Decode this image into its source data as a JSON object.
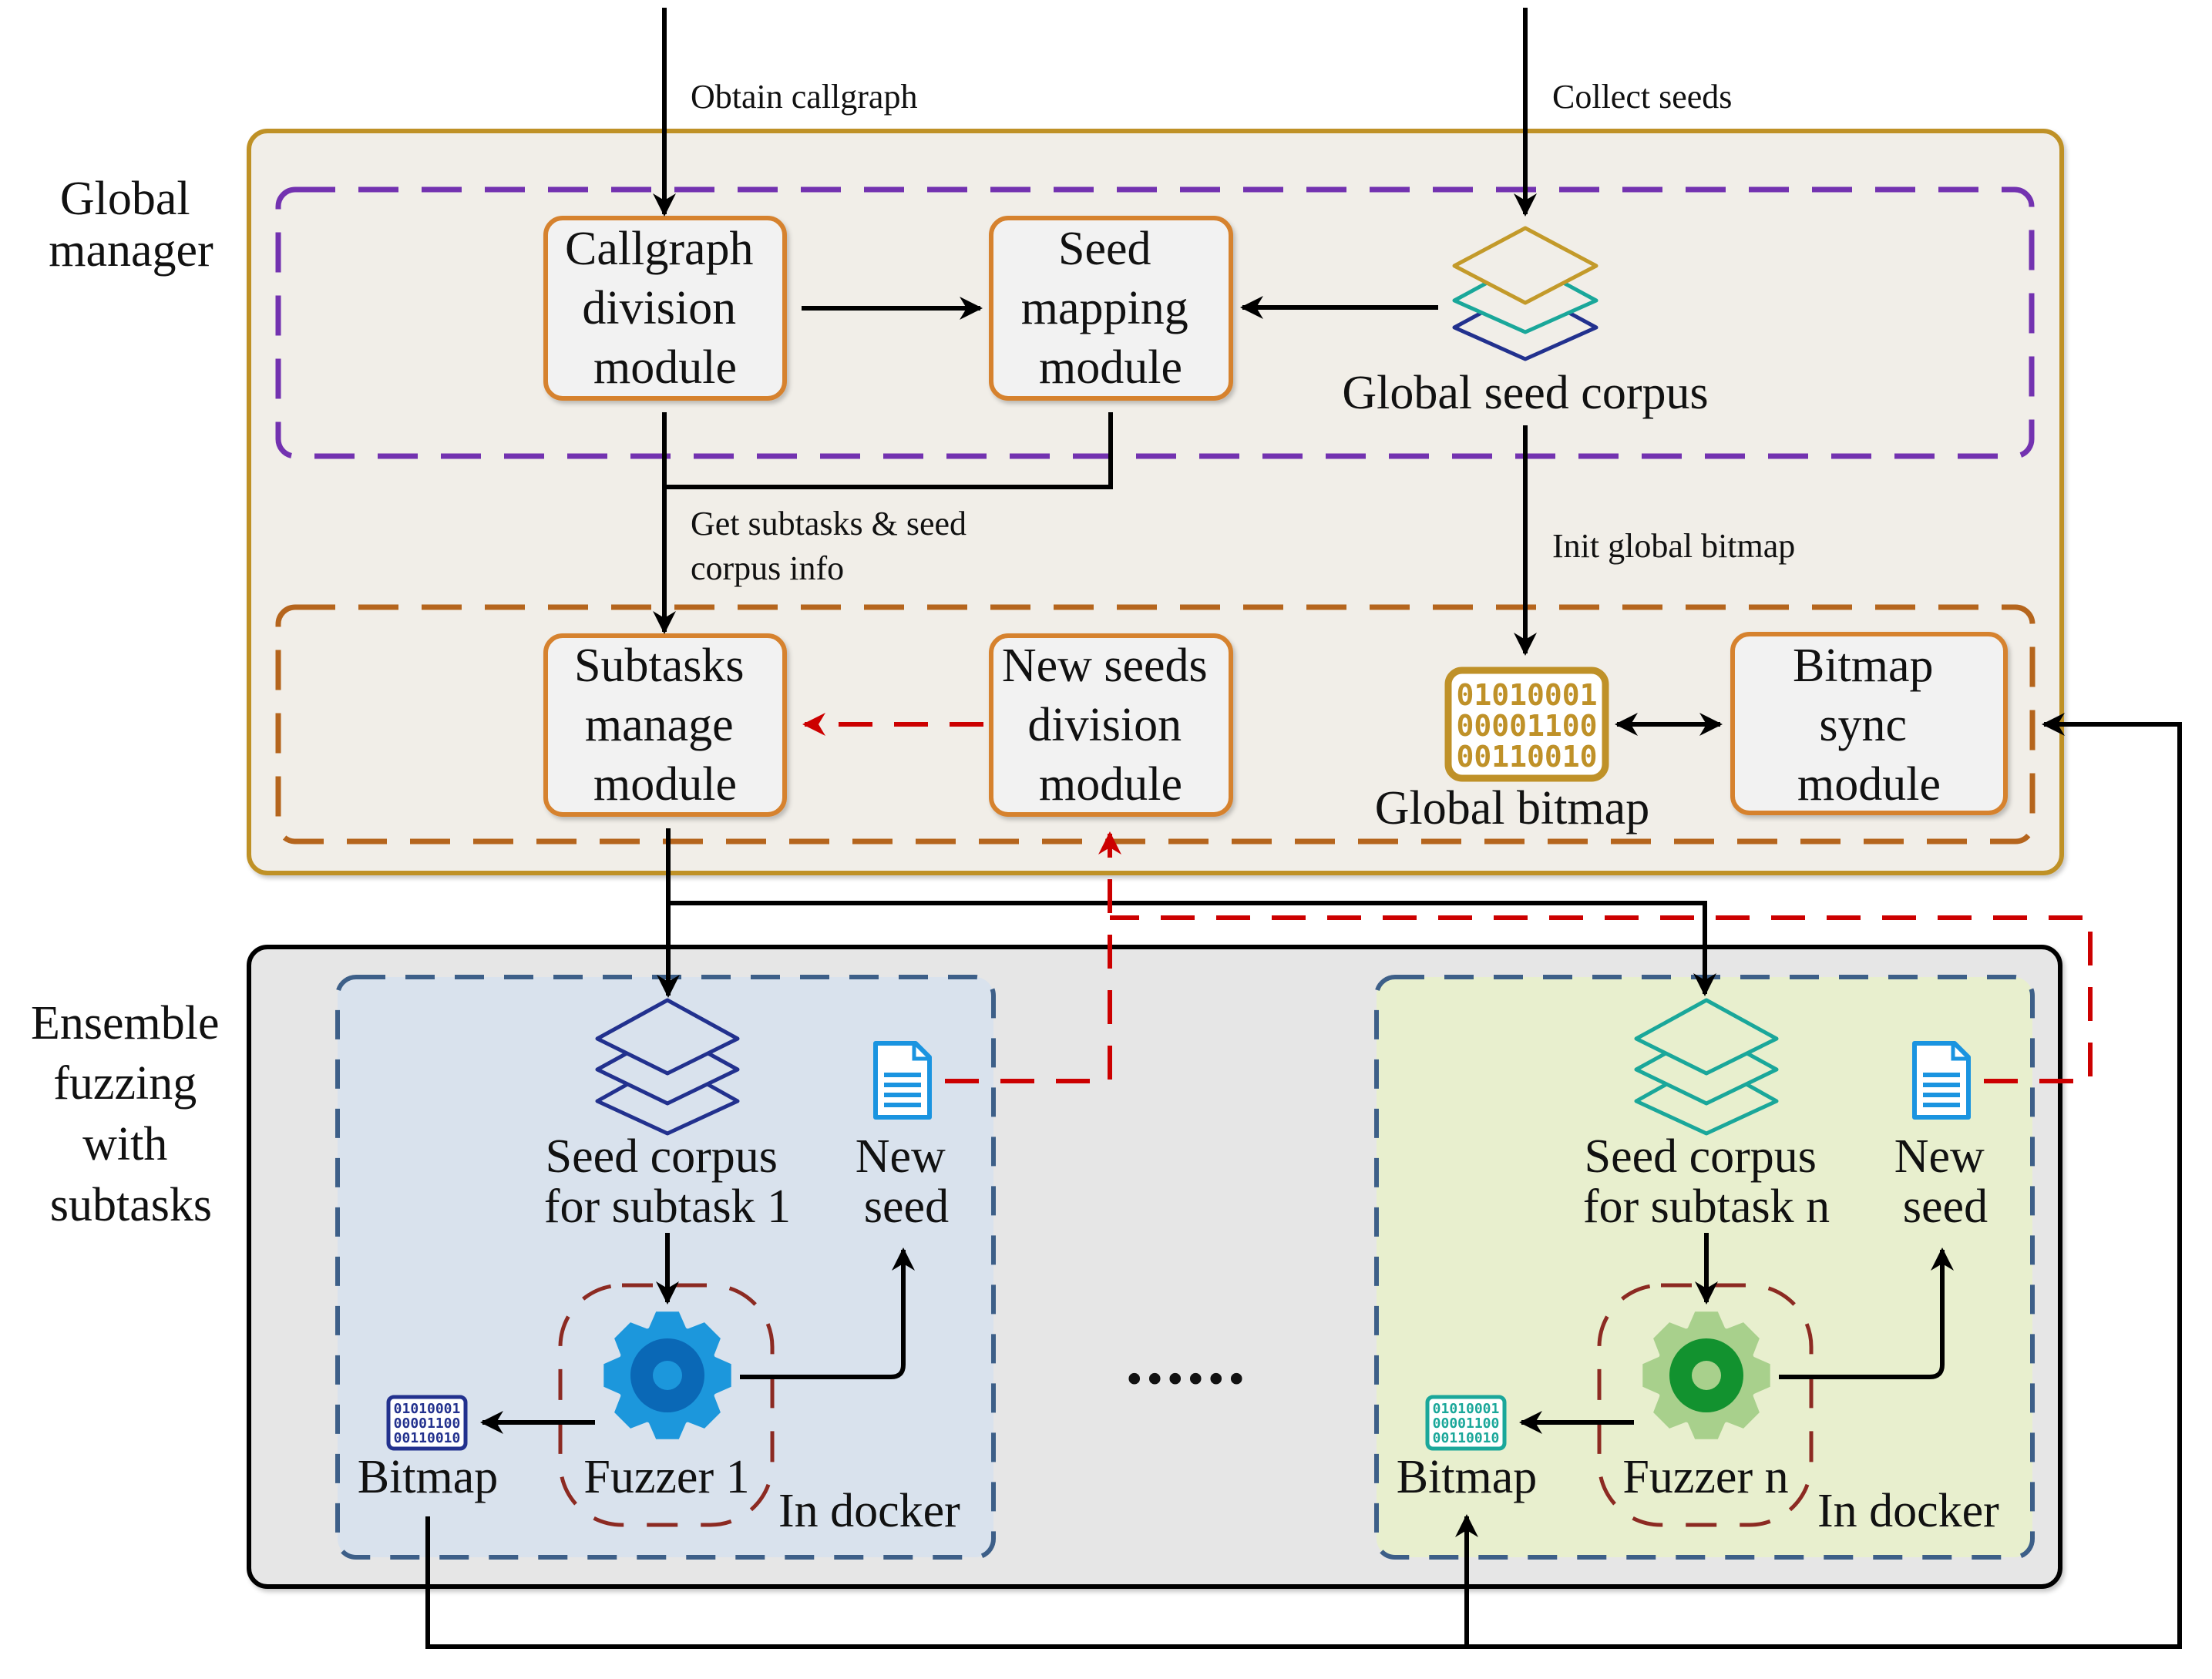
{
  "sections": {
    "global_manager": {
      "label_lines": [
        "Global",
        "manager"
      ]
    },
    "ensemble": {
      "label_lines": [
        "Ensemble",
        "fuzzing",
        "with",
        "subtasks"
      ]
    }
  },
  "edges_labels": {
    "obtain_callgraph": "Obtain callgraph",
    "collect_seeds": "Collect seeds",
    "get_subtasks": [
      "Get subtasks & seed",
      "corpus info"
    ],
    "init_global_bitmap": "Init global bitmap"
  },
  "modules": {
    "callgraph_division": [
      "Callgraph",
      "division",
      "module"
    ],
    "seed_mapping": [
      "Seed",
      "mapping",
      "module"
    ],
    "subtasks_manage": [
      "Subtasks",
      "manage",
      "module"
    ],
    "new_seeds_division": [
      "New seeds",
      "division",
      "module"
    ],
    "bitmap_sync": [
      "Bitmap",
      "sync",
      "module"
    ]
  },
  "global_seed_corpus": {
    "label": "Global seed corpus",
    "icon": "layers-icon"
  },
  "global_bitmap": {
    "label": "Global bitmap",
    "icon": "bitmap-icon",
    "bits": [
      "01010001",
      "00001100",
      "00110010"
    ]
  },
  "subtasks": [
    {
      "corpus_label": [
        "Seed corpus",
        "for subtask 1"
      ],
      "new_seed_label": [
        "New",
        "seed"
      ],
      "fuzzer_label": "Fuzzer 1",
      "bitmap_label": "Bitmap",
      "docker_label": "In docker",
      "theme": "blue"
    },
    {
      "corpus_label": [
        "Seed corpus",
        "for subtask n"
      ],
      "new_seed_label": [
        "New",
        "seed"
      ],
      "fuzzer_label": "Fuzzer n",
      "bitmap_label": "Bitmap",
      "docker_label": "In docker",
      "theme": "green"
    }
  ],
  "ellipsis": "......",
  "colors": {
    "gold_border": "#bf9128",
    "gold_fill": "#f1eee8",
    "purple_dash": "#7332b0",
    "orange_dash": "#b5651d",
    "module_border": "#d6822e",
    "module_fill": "#f2f2f2",
    "red_dash": "#cc0000",
    "ensemble_fill": "#e6e6e6",
    "blue_box_fill": "#d9e2ed",
    "green_box_fill": "#e8efce",
    "slate_dash": "#3d5f88",
    "fuzzer_dash": "#8c2a22",
    "layers_gold": "#c39a2a",
    "layers_teal": "#1aa79a",
    "layers_navy": "#22318e",
    "gear_blue_light": "#1c97dc",
    "gear_blue_dark": "#0a68b6",
    "gear_green_light": "#a8d08c",
    "gear_green_dark": "#12922f",
    "doc_blue": "#1a94e0"
  }
}
